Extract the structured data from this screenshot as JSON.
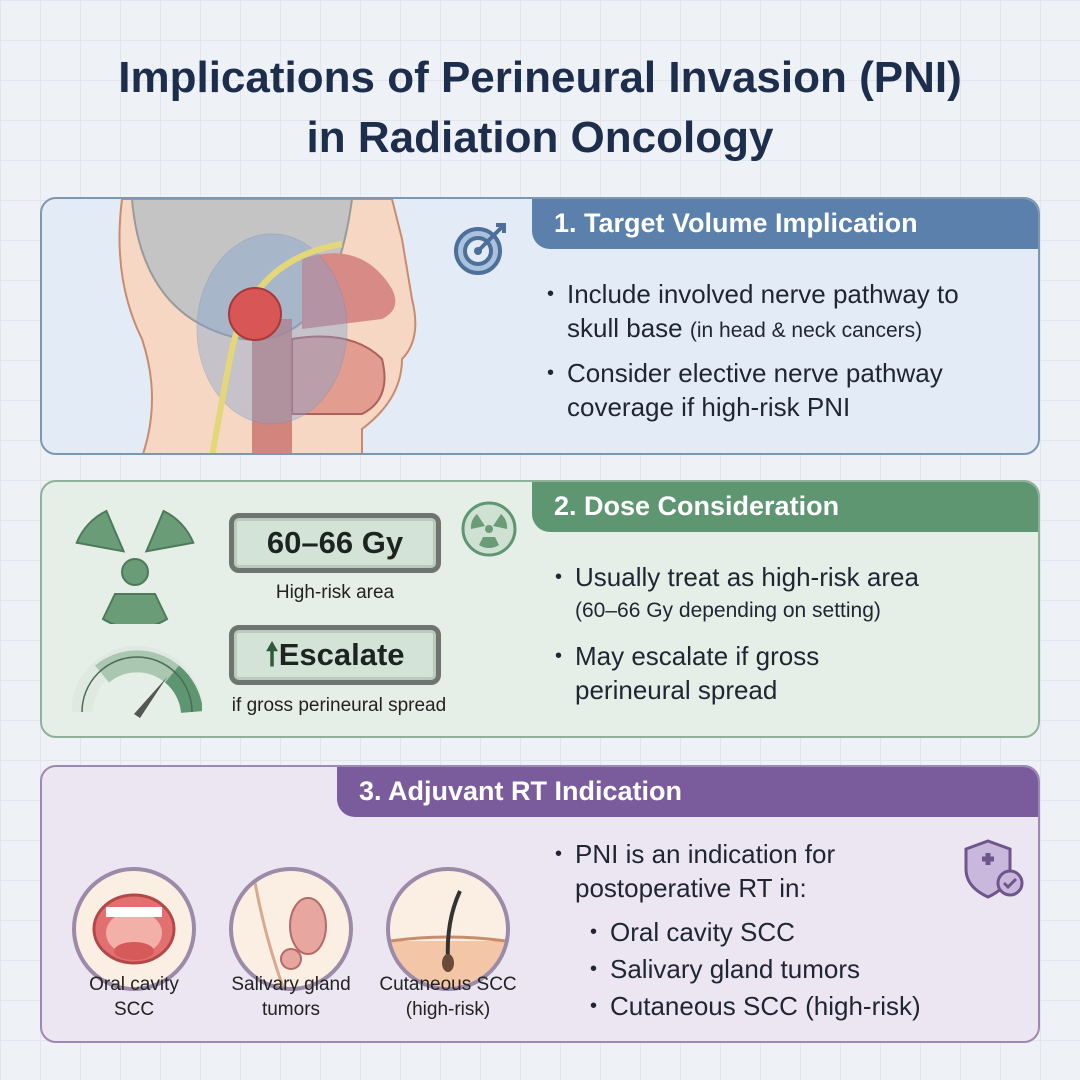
{
  "title": {
    "line1": "Implications of Perineural Invasion (PNI)",
    "line2": "in Radiation Oncology"
  },
  "section1": {
    "header": "1. Target Volume Implication",
    "icon": "target-icon",
    "bullets": [
      {
        "line1": "Include involved nerve pathway to",
        "line2": "skull base",
        "note": "(in head & neck cancers)"
      },
      {
        "line1": "Consider elective nerve pathway",
        "line2": "coverage if high-risk PNI"
      }
    ]
  },
  "section2": {
    "header": "2. Dose Consideration",
    "dose_label": "60–66 Gy",
    "dose_caption": "High-risk area",
    "escalate_label": "Escalate",
    "escalate_caption": "if gross perineural spread",
    "bullets": [
      {
        "line1": "Usually treat as high-risk area",
        "line2": "(60–66 Gy depending on setting)"
      },
      {
        "line1": "May escalate if gross",
        "line2": "perineural spread"
      }
    ]
  },
  "section3": {
    "header": "3. Adjuvant RT Indication",
    "icons": [
      {
        "line1": "Oral cavity",
        "line2": "SCC"
      },
      {
        "line1": "Salivary gland",
        "line2": "tumors"
      },
      {
        "line1": "Cutaneous SCC",
        "line2": "(high-risk)"
      }
    ],
    "bullet": {
      "line1": "PNI is an indication for",
      "line2": "postoperative RT in:"
    },
    "sub_bullets": [
      "Oral cavity SCC",
      "Salivary gland tumors",
      "Cutaneous SCC (high-risk)"
    ]
  },
  "colors": {
    "blue": "#5a80ab",
    "green": "#5f9672",
    "purple": "#7a5c9d",
    "title": "#1d2d4c"
  }
}
